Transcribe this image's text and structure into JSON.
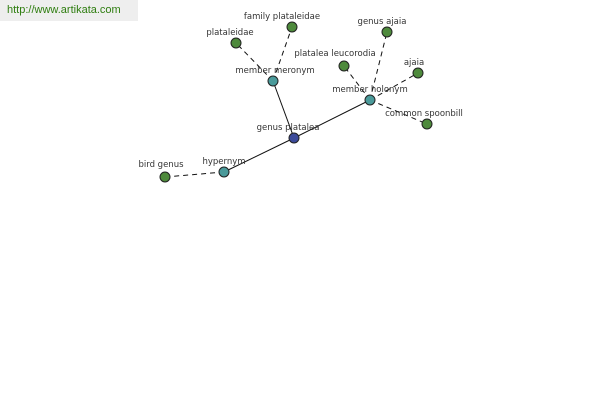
{
  "source_url": "http://www.artikata.com",
  "colors": {
    "leaf": "#4e8a3c",
    "relation": "#4a9a9a",
    "center": "#3b4a9a",
    "edge": "#111111",
    "url_text": "#2e7d0f",
    "url_bg": "#eeeeee"
  },
  "graph": {
    "nodes": [
      {
        "id": "genus-platalea",
        "label": "genus platalea",
        "kind": "center"
      },
      {
        "id": "member-meronym",
        "label": "member meronym",
        "kind": "relation"
      },
      {
        "id": "member-holonym",
        "label": "member holonym",
        "kind": "relation"
      },
      {
        "id": "hypernym",
        "label": "hypernym",
        "kind": "relation"
      },
      {
        "id": "plataleidae",
        "label": "plataleidae",
        "kind": "leaf"
      },
      {
        "id": "family-plataleidae",
        "label": "family plataleidae",
        "kind": "leaf"
      },
      {
        "id": "genus-ajaia",
        "label": "genus ajaia",
        "kind": "leaf"
      },
      {
        "id": "platalea-leucorodia",
        "label": "platalea leucorodia",
        "kind": "leaf"
      },
      {
        "id": "ajaia",
        "label": "ajaia",
        "kind": "leaf"
      },
      {
        "id": "common-spoonbill",
        "label": "common spoonbill",
        "kind": "leaf"
      },
      {
        "id": "bird-genus",
        "label": "bird genus",
        "kind": "leaf"
      }
    ],
    "edges": [
      {
        "from": "genus-platalea",
        "to": "member-meronym",
        "style": "solid"
      },
      {
        "from": "genus-platalea",
        "to": "member-holonym",
        "style": "solid"
      },
      {
        "from": "genus-platalea",
        "to": "hypernym",
        "style": "solid"
      },
      {
        "from": "member-meronym",
        "to": "plataleidae",
        "style": "dashed"
      },
      {
        "from": "member-meronym",
        "to": "family-plataleidae",
        "style": "dashed"
      },
      {
        "from": "member-holonym",
        "to": "genus-ajaia",
        "style": "dashed"
      },
      {
        "from": "member-holonym",
        "to": "platalea-leucorodia",
        "style": "dashed"
      },
      {
        "from": "member-holonym",
        "to": "ajaia",
        "style": "dashed"
      },
      {
        "from": "member-holonym",
        "to": "common-spoonbill",
        "style": "dashed"
      },
      {
        "from": "hypernym",
        "to": "bird-genus",
        "style": "dashed"
      }
    ]
  }
}
